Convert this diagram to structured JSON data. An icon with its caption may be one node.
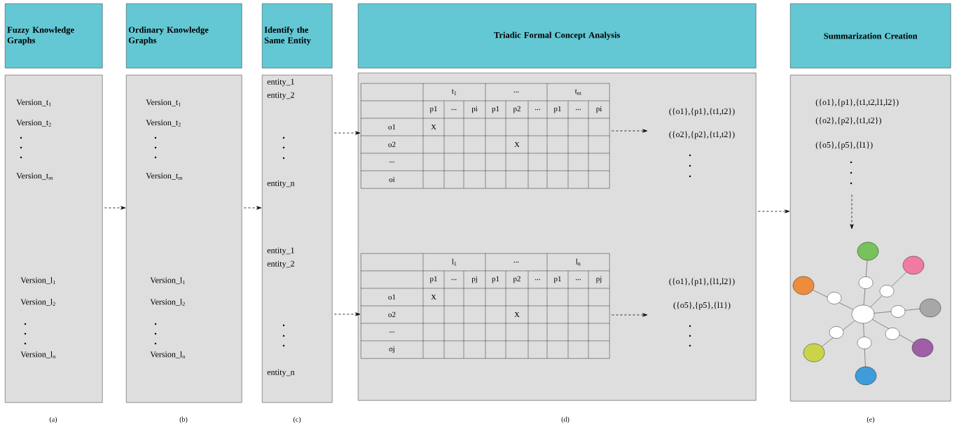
{
  "diagram": {
    "nodes": [
      {
        "text": [
          "Fuzzy Knowledge Graphs"
        ]
      },
      {
        "text": [
          "Ordinary Knowledge Graphs"
        ]
      },
      {
        "text": [
          "Identify the Same Entity"
        ]
      },
      {
        "text": [
          "Triadic Formal Concept Analysis"
        ]
      },
      {
        "text": [
          "Summarization Creation"
        ]
      },
      {
        "text": [
          "Version_t$_{1}$",
          "Version_t$_{2}$",
          "Version_t$_{m}$",
          "Version_l$_{1}$",
          "Version_l$_{2}$",
          "Version_l$_{n}$"
        ],
        "beside": [
          "(a)"
        ]
      },
      {
        "text": [
          "Version_t$_{1}$",
          "Version_t$_{2}$",
          "Version_t$_{m}$",
          "Version_l$_{1}$",
          "Version_l$_{2}$",
          "Version_l$_{n}$"
        ],
        "beside": [
          "(b)"
        ]
      },
      {
        "text": [
          "entity_1",
          "entity_2",
          "entity_n",
          "entity_1",
          "entity_2",
          "entity_n"
        ],
        "beside": [
          "(c)"
        ]
      },
      {
        "text": [],
        "shape": "box",
        "beside": [
          "(d)"
        ]
      },
      {
        "text": [
          "t$_{1}$",
          "...",
          "t$_{m}$",
          "p1",
          "...",
          "pi",
          "p1",
          "p2",
          "...",
          "p1",
          "...",
          "pi",
          "o1",
          "X",
          "o2",
          "X",
          "...",
          "oi"
        ],
        "in": 8
      },
      {
        "text": [
          "({o1},{p1},{t1,t2})",
          "({o2},{p2},{t1,t2})"
        ],
        "in": 8
      },
      {
        "text": [
          "l$_{1}$",
          "...",
          "l$_{n}$",
          "p1",
          "...",
          "pj",
          "p1",
          "p2",
          "...",
          "p1",
          "...",
          "pj",
          "o1",
          "X",
          "o2",
          "X",
          "...",
          "oj"
        ],
        "in": 8
      },
      {
        "text": [
          "({o1},{p1},{l1,l2})",
          "({o5},{p5},{l1})"
        ],
        "in": 8
      },
      {
        "text": [],
        "shape": "box",
        "beside": [
          "(e)"
        ]
      },
      {
        "text": [
          "({o1},{p1},{t1,t2,l1,l2})",
          "({o2},{p2},{t1,t2})",
          "({o5},{p5},{l1})"
        ],
        "in": 13
      },
      {
        "text": [],
        "shape": "picture",
        "in": 13
      }
    ],
    "edges": [
      {
        "from": 5,
        "to": 6,
        "arrow": "to",
        "style": "dashed"
      },
      {
        "from": 6,
        "to": 7,
        "arrow": "to",
        "style": "dashed"
      },
      {
        "from": 7,
        "to": 9,
        "arrow": "to",
        "style": "dashed"
      },
      {
        "from": 7,
        "to": 11,
        "arrow": "to",
        "style": "dashed"
      },
      {
        "from": 9,
        "to": 10,
        "arrow": "to",
        "style": "dashed"
      },
      {
        "from": 11,
        "to": 12,
        "arrow": "to",
        "style": "dashed"
      },
      {
        "from": 8,
        "to": 13,
        "arrow": "to",
        "style": "dashed"
      },
      {
        "from": 14,
        "to": 15,
        "arrow": "to",
        "style": "dashed"
      }
    ]
  }
}
